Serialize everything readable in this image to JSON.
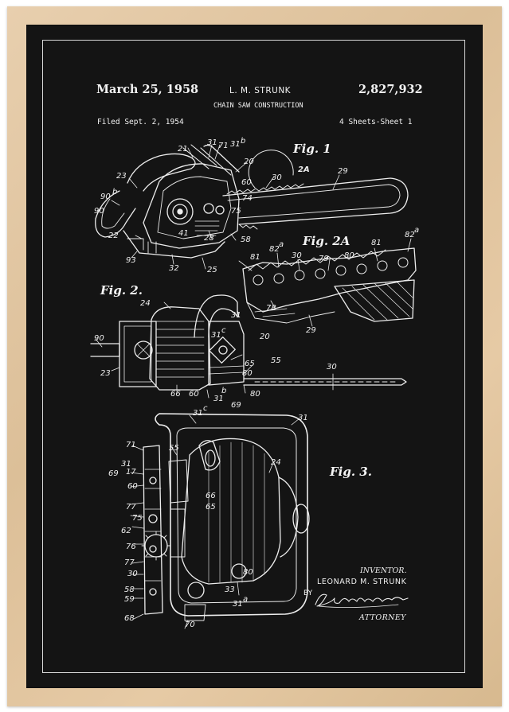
{
  "patent": {
    "date": "March 25, 1958",
    "inventor_header": "L. M. STRUNK",
    "patent_number": "2,827,932",
    "title": "CHAIN SAW CONSTRUCTION",
    "filed": "Filed Sept. 2, 1954",
    "sheet": "4 Sheets-Sheet 1"
  },
  "figures": {
    "fig1": "Fig. 1",
    "fig2a": "Fig. 2A",
    "fig2": "Fig. 2.",
    "fig3": "Fig. 3."
  },
  "signature": {
    "inventor_label": "INVENTOR.",
    "inventor_name": "LEONARD M. STRUNK",
    "by": "BY",
    "handwriting": "Leonard Strunk",
    "attorney": "ATTORNEY"
  },
  "reference_numerals": {
    "fig1": [
      "21",
      "31",
      "71",
      "31b",
      "20",
      "30",
      "2A",
      "29",
      "23",
      "90b",
      "90",
      "22",
      "93",
      "32",
      "25",
      "28",
      "41",
      "75",
      "58",
      "60",
      "74"
    ],
    "fig2a": [
      "81",
      "82",
      "30",
      "79",
      "80",
      "81",
      "82a",
      "78",
      "29"
    ],
    "fig2": [
      "24",
      "31",
      "90",
      "23",
      "31c",
      "65",
      "55",
      "20",
      "30",
      "66",
      "60",
      "31",
      "69",
      "80",
      "b"
    ],
    "fig3": [
      "31c",
      "31",
      "71",
      "55",
      "24",
      "31",
      "69",
      "17",
      "60",
      "77",
      "75",
      "62",
      "76",
      "66",
      "65",
      "77",
      "30",
      "33",
      "31a",
      "58",
      "59",
      "68",
      "70"
    ]
  },
  "colors": {
    "frame": "#dcbf98",
    "poster_background": "#141414",
    "ink": "#f2f2f2"
  }
}
